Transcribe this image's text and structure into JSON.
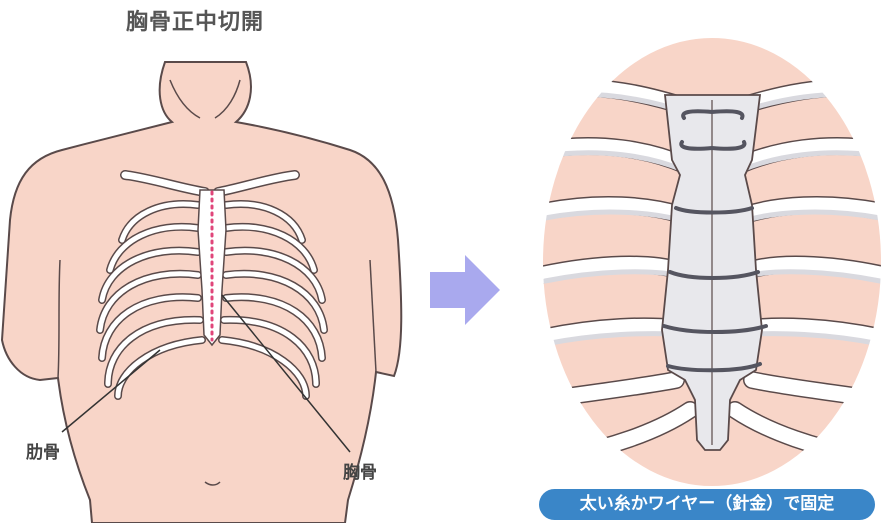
{
  "title": "胸骨正中切開",
  "labels": {
    "rib": "肋骨",
    "sternum": "胸骨"
  },
  "banner": "太い糸かワイヤー（針金）で固定",
  "icons": [
    "arrow-right-icon"
  ],
  "colors": {
    "skin": "#f8d5c8",
    "outline": "#5a4a4a",
    "bone": "#ffffff",
    "incision": "#e0457a",
    "arrow": "#a9a9ee",
    "banner": "#3a86c8",
    "wire": "#555560"
  }
}
